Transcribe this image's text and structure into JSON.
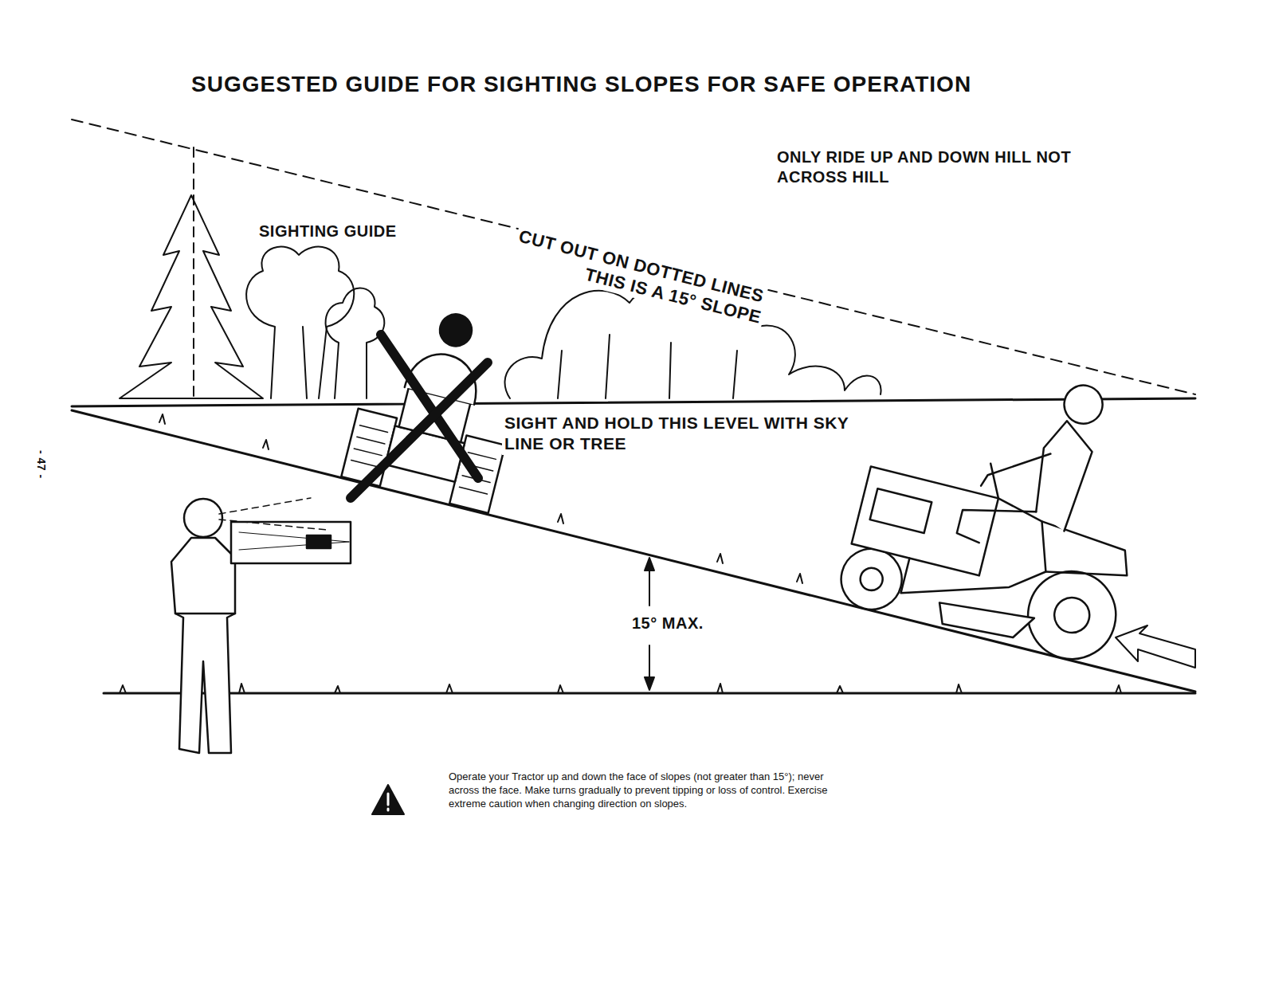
{
  "diagram": {
    "title": "SUGGESTED GUIDE FOR SIGHTING SLOPES FOR SAFE OPERATION",
    "caption": "Operate your Tractor up and down the face of slopes (not greater than 15°); never across the face. Make turns gradually to prevent tipping or loss of control. Exercise extreme caution when changing direction on slopes.",
    "labels": [
      "ONLY RIDE UP AND DOWN HILL NOT ACROSS HILL",
      "SIGHTING GUIDE",
      "CUT OUT ON DOTTED LINES",
      "THIS IS A 15° SLOPE",
      "SIGHT AND HOLD THIS LEVEL WITH SKY LINE OR TREE",
      "15° MAX.",
      "- 47 -"
    ]
  }
}
